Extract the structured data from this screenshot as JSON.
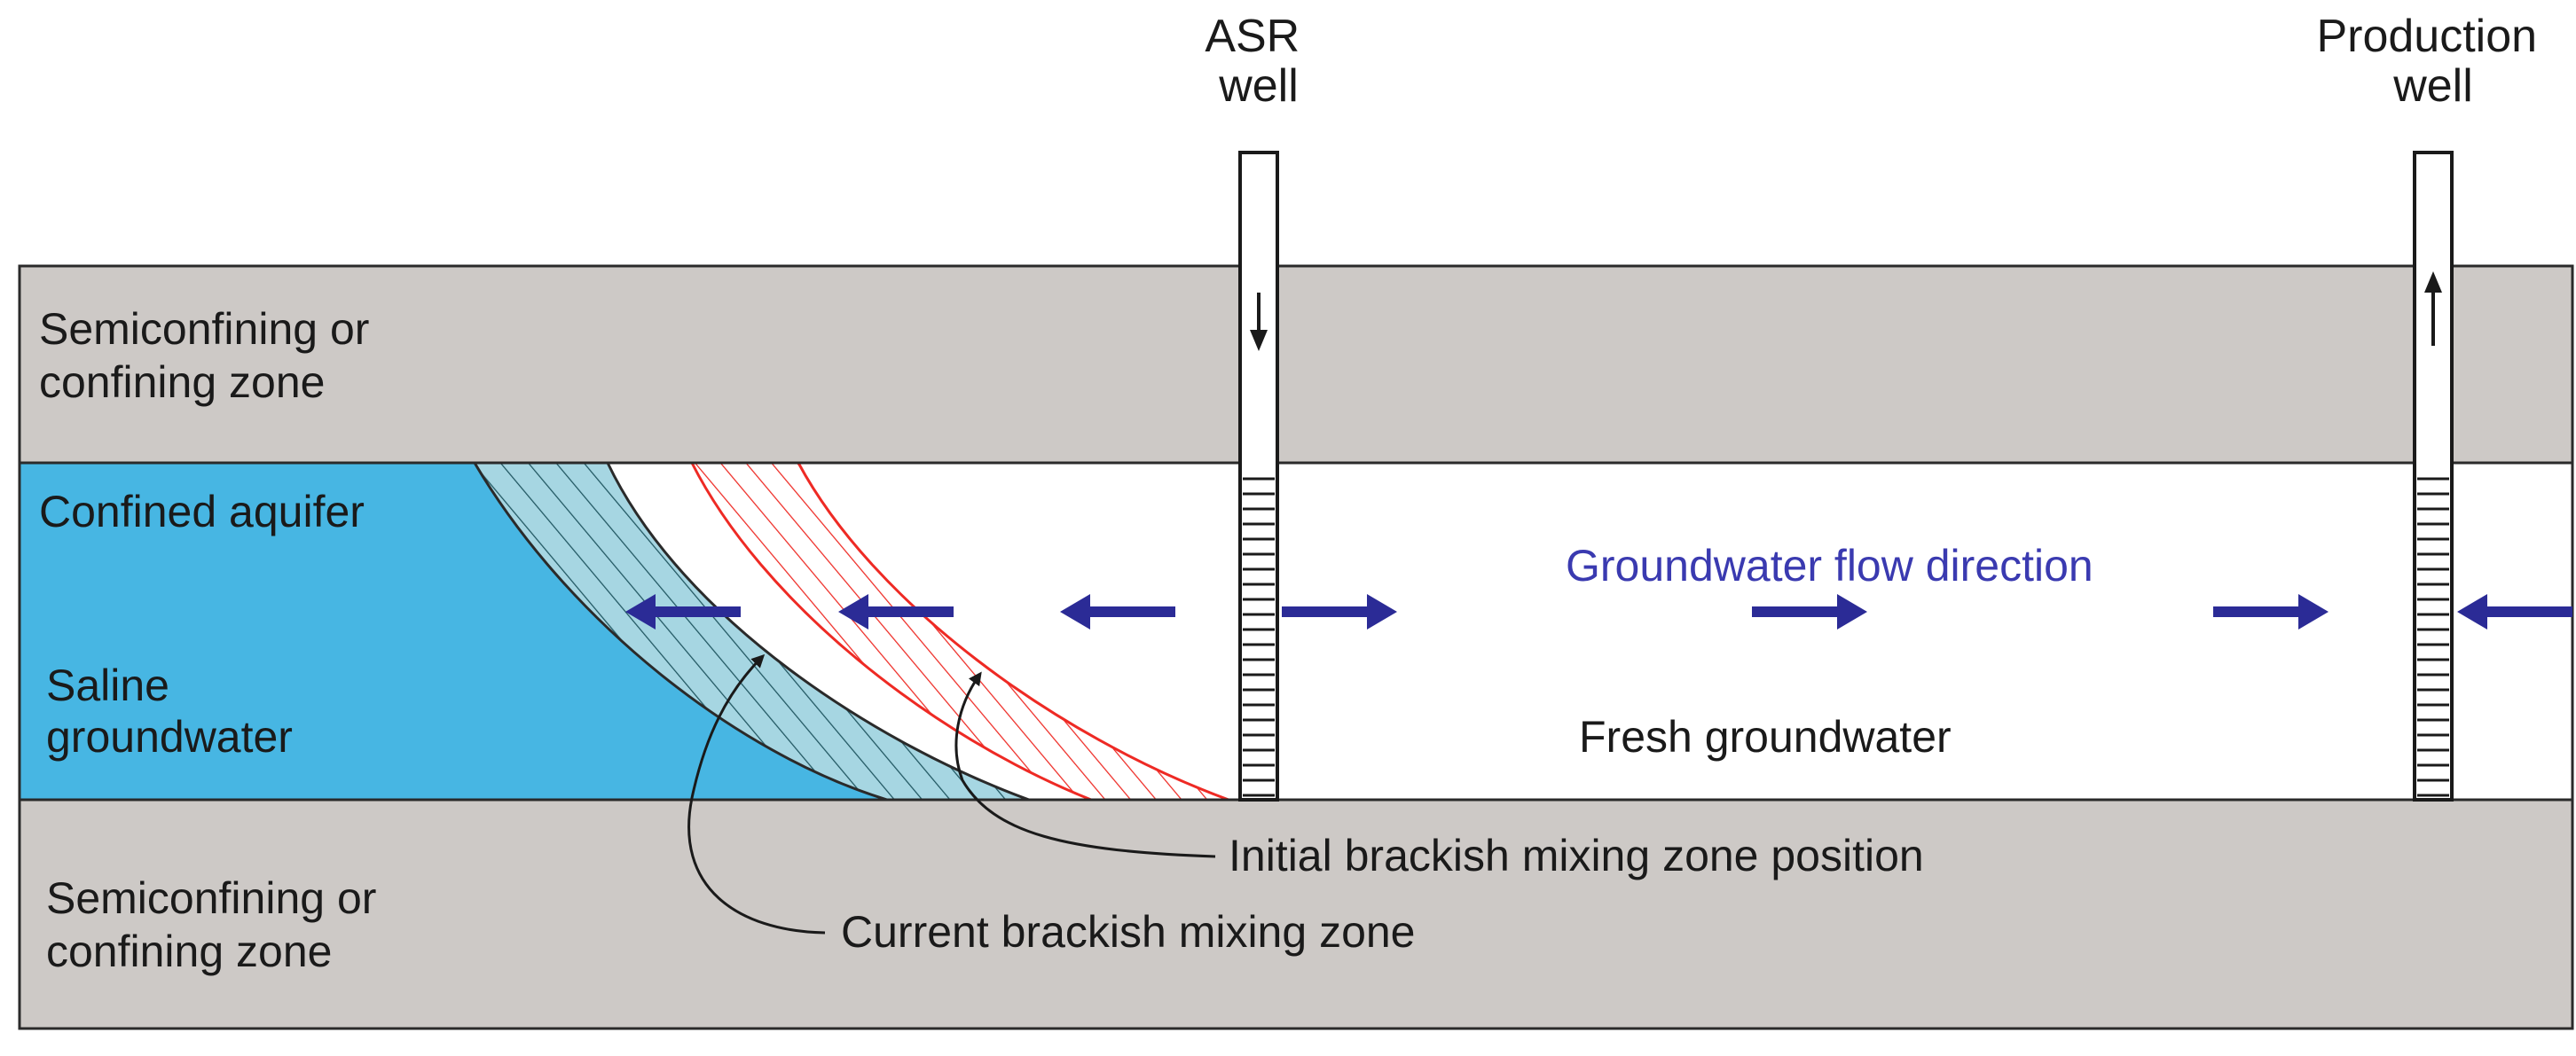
{
  "colors": {
    "confining": "#cdc9c6",
    "saline": "#47b6e3",
    "fresh": "#ffffff",
    "current_zone_fill": "#a6d6e2",
    "current_zone_hatch": "#1f5560",
    "initial_zone_hatch": "#ee2a24",
    "flow_arrow": "#2b2b96",
    "outline": "#2a2a2a"
  },
  "labels": {
    "top_zone": [
      "Semiconfining or",
      "confining zone"
    ],
    "bottom_zone": [
      "Semiconfining or",
      "confining zone"
    ],
    "aquifer": "Confined aquifer",
    "saline": [
      "Saline",
      "groundwater"
    ],
    "fresh": "Fresh groundwater",
    "flow": "Groundwater flow direction",
    "initial_zone": "Initial brackish mixing zone position",
    "current_zone": "Current brackish mixing zone"
  },
  "wells": {
    "asr": {
      "label": [
        "ASR",
        "well"
      ],
      "flow": "down (injection)"
    },
    "production": {
      "label": [
        "Production",
        "well"
      ],
      "flow": "up (extraction)"
    }
  },
  "flow_arrows": [
    {
      "direction": "left"
    },
    {
      "direction": "left"
    },
    {
      "direction": "left"
    },
    {
      "direction": "right"
    },
    {
      "direction": "right"
    },
    {
      "direction": "right"
    },
    {
      "direction": "left"
    }
  ]
}
